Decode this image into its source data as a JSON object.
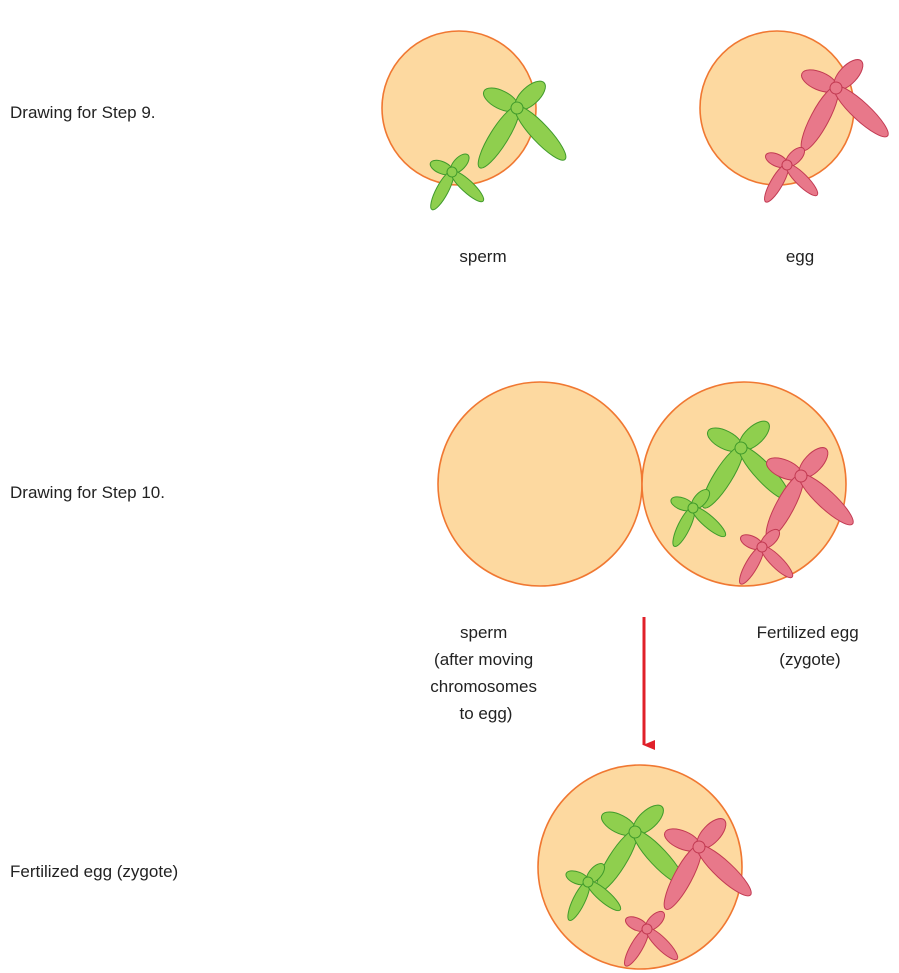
{
  "colors": {
    "cell_fill": "#fdd9a0",
    "cell_stroke": "#f07832",
    "sperm_chromosome_fill": "#8fcf4e",
    "sperm_chromosome_stroke": "#3f9a2b",
    "egg_chromosome_fill": "#e8788a",
    "egg_chromosome_stroke": "#c23a52",
    "arrow": "#e0202a",
    "text": "#222222"
  },
  "step9": {
    "label": "Drawing for Step 9.",
    "sperm_label": "sperm",
    "egg_label": "egg",
    "sperm_chromosomes": [
      "large",
      "small"
    ],
    "egg_chromosomes": [
      "large",
      "small"
    ]
  },
  "step10": {
    "label": "Drawing for Step 10.",
    "sperm_label_lines": [
      "sperm",
      "(after moving",
      "chromosomes",
      "to egg)"
    ],
    "zygote_label_lines": [
      "Fertilized egg",
      "(zygote)"
    ],
    "sperm_chromosomes": [],
    "zygote_chromosomes": [
      "green-large",
      "green-small",
      "red-large",
      "red-small"
    ]
  },
  "final": {
    "label": "Fertilized egg (zygote)",
    "chromosomes": [
      "green-large",
      "green-small",
      "red-large",
      "red-small"
    ]
  }
}
